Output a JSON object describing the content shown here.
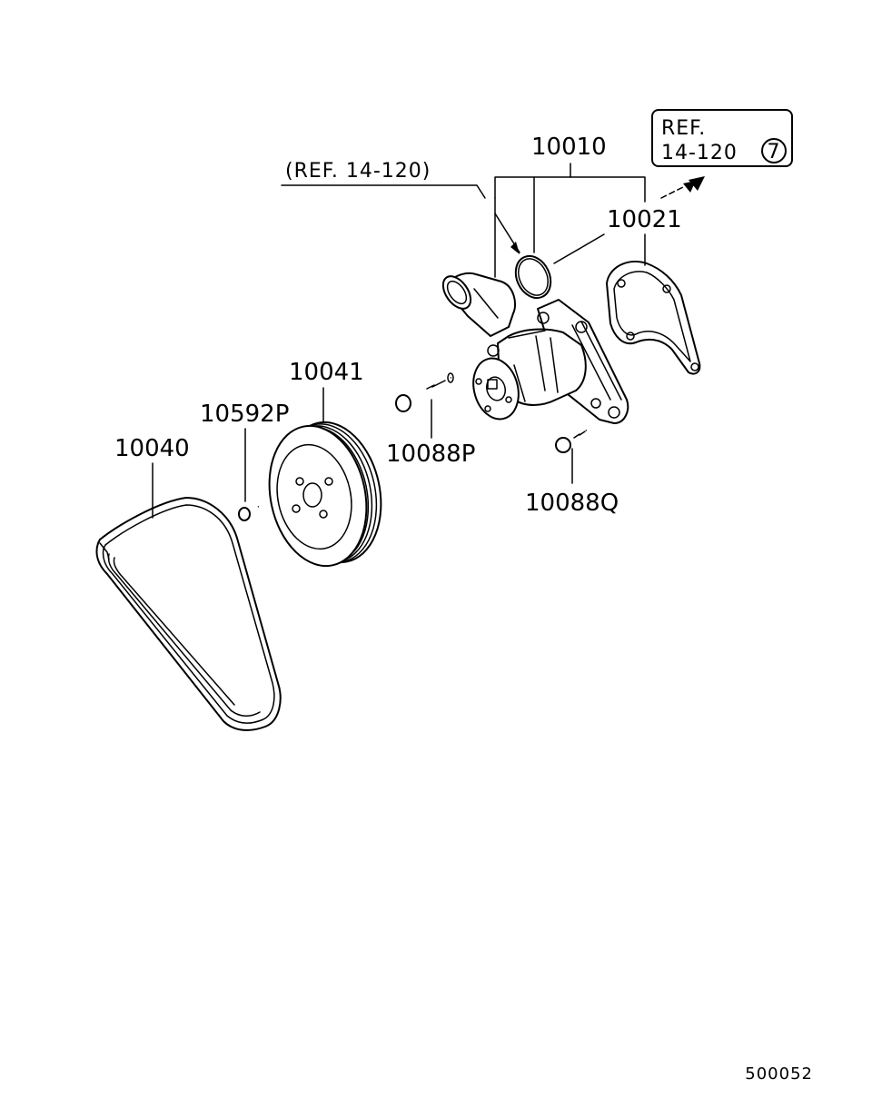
{
  "labels": {
    "water_pump_assy": "10010",
    "gasket": "10021",
    "pulley": "10041",
    "pulley_bolt": "10592P",
    "v_belt": "10040",
    "long_bolt": "10088P",
    "short_bolt": "10088Q"
  },
  "references": {
    "inline_ref": "(REF. 14-120)",
    "box_ref_line1": "REF.",
    "box_ref_line2": "14-120",
    "box_ref_circle": "7"
  },
  "footer": {
    "diagram_code": "500052"
  }
}
